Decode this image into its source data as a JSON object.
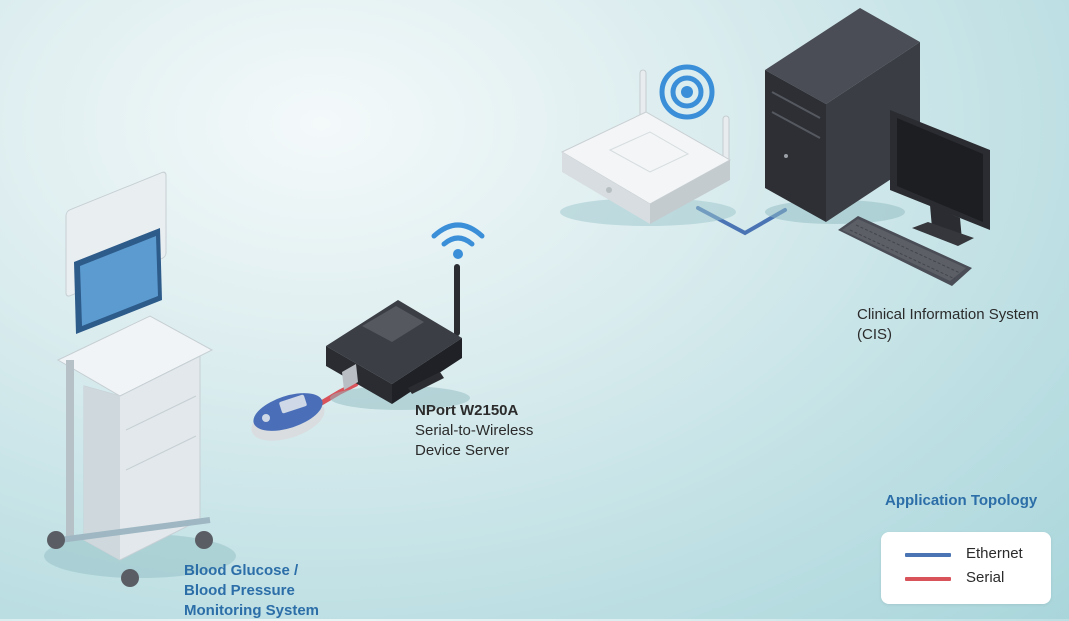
{
  "devices": {
    "cis": {
      "line1": "Clinical Information System",
      "line2": "(CIS)"
    },
    "nport": {
      "title": "NPort W2150A",
      "line2": "Serial-to-Wireless",
      "line3": "Device Server"
    },
    "monitor": {
      "line1": "Blood Glucose /",
      "line2": "Blood Pressure",
      "line3": "Monitoring System"
    }
  },
  "topology_title": "Application Topology",
  "legend": [
    {
      "label": "Ethernet",
      "color": "#4a74b4"
    },
    {
      "label": "Serial",
      "color": "#d9535b"
    }
  ],
  "colors": {
    "ethernet": "#4a74b4",
    "serial": "#d9535b",
    "wifi": "#3a8fd8",
    "accent_text": "#2c6ea8"
  },
  "icons": [
    "wifi-icon",
    "router-icon",
    "pc-tower-icon",
    "monitor-icon",
    "keyboard-icon",
    "device-server-icon",
    "medical-cart-icon",
    "glucose-meter-icon"
  ]
}
